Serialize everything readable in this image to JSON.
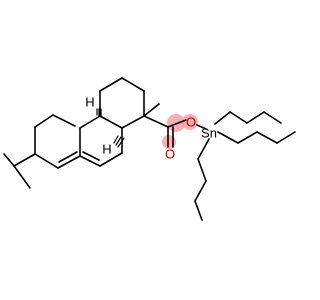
{
  "molecule": {
    "atom_labels": {
      "oxygen_carbonyl": "O",
      "oxygen_ester": "O",
      "tin": "Sn",
      "h_top": "H",
      "h_bottom": "H"
    },
    "colors": {
      "bond": "#000000",
      "oxygen": "#c00000",
      "highlight": "#ff9aa2",
      "background": "#ffffff"
    }
  }
}
